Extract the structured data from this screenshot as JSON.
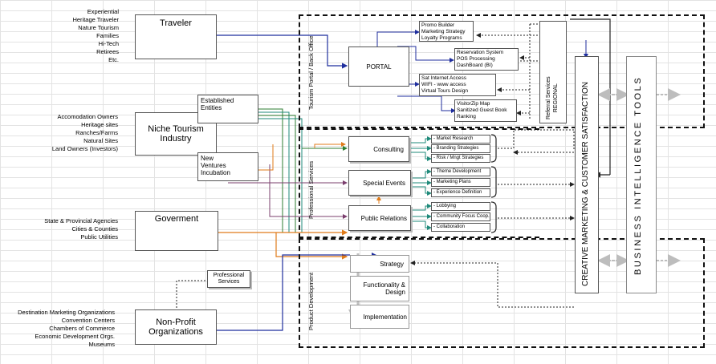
{
  "stakeholders": {
    "traveler": {
      "title": "Traveler",
      "items": [
        "Experiential",
        "Heritage Traveler",
        "Nature Tourism",
        "Families",
        "Hi-Tech",
        "Retirees",
        "Etc."
      ]
    },
    "niche": {
      "title_line1": "Niche Tourism",
      "title_line2": "Industry",
      "items": [
        "Accomodation Owners",
        "Heritage sites",
        "Ranches/Farms",
        "Natural Sites",
        "Land Owners (Investors)"
      ],
      "established": [
        "Established",
        "Entities"
      ],
      "new": [
        "New",
        "Ventures",
        "Incubation"
      ]
    },
    "government": {
      "title": "Goverment",
      "items": [
        "State & Provincial Agencies",
        "Cities & Counties",
        "Public Utilities"
      ]
    },
    "nonprofit": {
      "title_line1": "Non-Profit",
      "title_line2": "Organizations",
      "items": [
        "Destination Marketing Organizations",
        "Convention Centers",
        "Chambers of Commerce",
        "Economic Development Orgs.",
        "Museums"
      ]
    },
    "professional_services": [
      "Professional",
      "Services"
    ]
  },
  "portal_section": {
    "label": "Tourism Portal / Back Office",
    "portal": "PORTAL",
    "promo": [
      "Promo Builder",
      "Marketing Strategy",
      "Loyalty Programs"
    ],
    "reservation": [
      "Reservation System",
      "POS Processing",
      "DashBoard (BI)"
    ],
    "internet": [
      "Sat Internet Access",
      "WIFI - www access",
      "Virtual Tours Design"
    ],
    "visitor": [
      "VisitorZip Map",
      "Sanitized Guest Book",
      "Ranking"
    ],
    "referral": [
      "Referral Services",
      "REGIONAL"
    ]
  },
  "services_section": {
    "label": "Professional Services",
    "consulting": {
      "title": "Consulting",
      "items": [
        "- Market Research",
        "- Branding Strategies",
        "- Risk / Mngt Strategies"
      ]
    },
    "events": {
      "title": "Special Events",
      "items": [
        "- Theme Development",
        "- Marketing Plans",
        "- Experience Definition"
      ]
    },
    "pr": {
      "title": "Public Relations",
      "items": [
        "- Lobbying",
        "- Community Focus Coop.",
        "- Collaboration"
      ]
    }
  },
  "product_section": {
    "label": "Product Development",
    "strategy": "Strategy",
    "functionality": [
      "Functionality &",
      "Design"
    ],
    "implementation": "Implementation"
  },
  "creative": "CREATIVE MARKETING & CUSTOMER SATISFACTION",
  "bi": "BUSINESS INTELLIGENCE TOOLS",
  "colors": {
    "blue": "#1f2e9e",
    "green": "#2e7d32",
    "teal": "#1e8a7a",
    "orange": "#e07b1a",
    "purple": "#7b3f6e",
    "gray_arrow": "#bdbdbd"
  }
}
